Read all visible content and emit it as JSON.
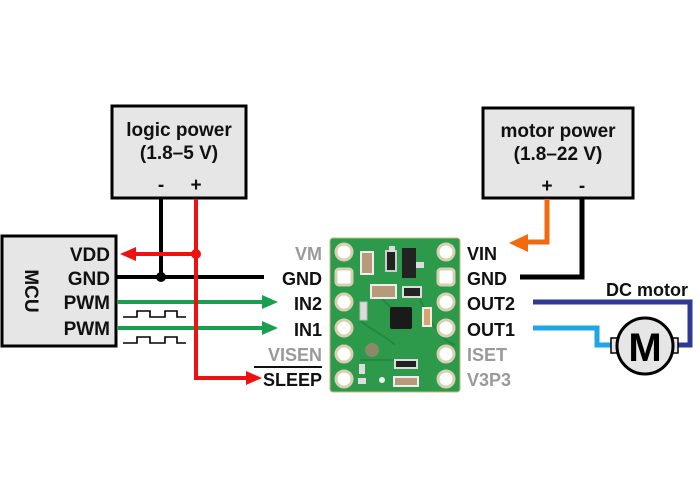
{
  "colors": {
    "logic_power": "#ee1111",
    "ground": "#000000",
    "signal": "#16a050",
    "motor_power": "#f26a10",
    "out2": "#2e3a96",
    "out1": "#1ea6e6",
    "pcb": "#2c9a4a",
    "box_fill": "#e6e6e6",
    "inactive_label": "#9a9a9a"
  },
  "logic_power": {
    "title": "logic power",
    "range": "(1.8–5 V)",
    "minus": "-",
    "plus": "+"
  },
  "motor_power": {
    "title": "motor power",
    "range": "(1.8–22 V)",
    "plus": "+",
    "minus": "-"
  },
  "mcu": {
    "title": "MCU",
    "pins": [
      "VDD",
      "GND",
      "PWM",
      "PWM"
    ]
  },
  "board": {
    "left_pins": [
      {
        "label": "VM",
        "active": false
      },
      {
        "label": "GND",
        "active": true
      },
      {
        "label": "IN2",
        "active": true
      },
      {
        "label": "IN1",
        "active": true
      },
      {
        "label": "VISEN",
        "active": false
      },
      {
        "label": "SLEEP",
        "active": true,
        "overline": true
      }
    ],
    "right_pins": [
      {
        "label": "VIN",
        "active": true
      },
      {
        "label": "GND",
        "active": true
      },
      {
        "label": "OUT2",
        "active": true
      },
      {
        "label": "OUT1",
        "active": true
      },
      {
        "label": "ISET",
        "active": false
      },
      {
        "label": "V3P3",
        "active": false
      }
    ]
  },
  "motor": {
    "title": "DC motor",
    "symbol": "M"
  }
}
